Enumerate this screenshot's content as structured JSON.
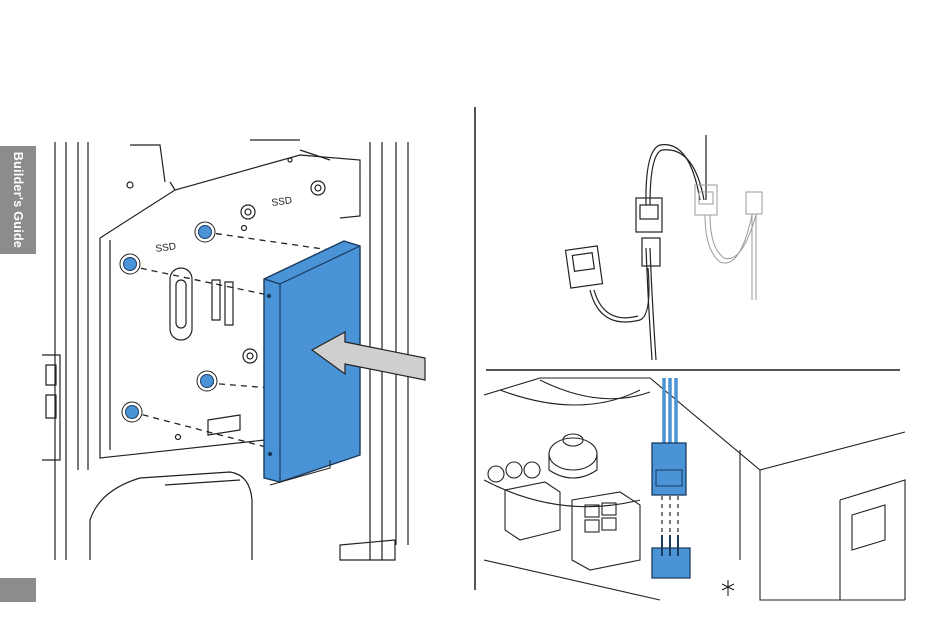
{
  "sidebar": {
    "label": "Builder's Guide"
  },
  "left_illustration": {
    "ssd_labels": [
      "SSD",
      "SSD"
    ]
  },
  "colors": {
    "accent_blue": "#4a93d6",
    "side_tab_gray": "#8c8c8c",
    "arrow_gray": "#cfcfcf"
  }
}
